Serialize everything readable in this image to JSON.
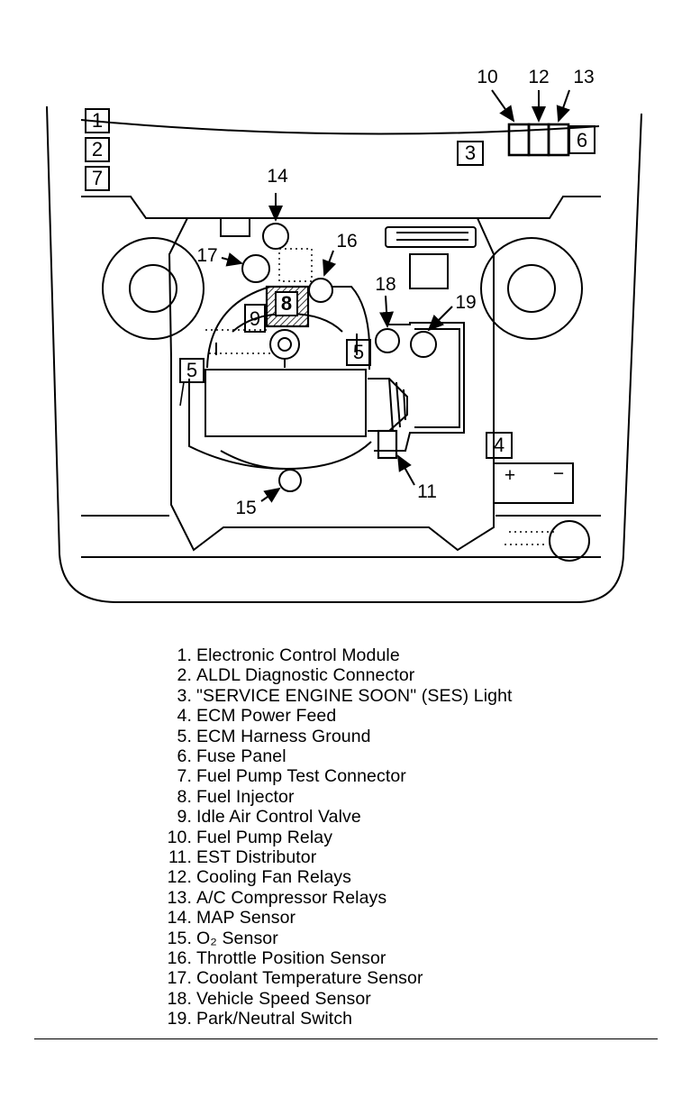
{
  "callouts": {
    "c1": "1",
    "c2": "2",
    "c3": "3",
    "c4": "4",
    "c5a": "5",
    "c5b": "5",
    "c6": "6",
    "c7": "7",
    "c8": "8",
    "c9": "9",
    "c10": "10",
    "c11": "11",
    "c12": "12",
    "c13": "13",
    "c14": "14",
    "c15": "15",
    "c16": "16",
    "c17": "17",
    "c18": "18",
    "c19": "19"
  },
  "battery": {
    "plus": "+",
    "minus": "−"
  },
  "legend": [
    {
      "num": "1.",
      "label": "Electronic Control Module"
    },
    {
      "num": "2.",
      "label": "ALDL Diagnostic Connector"
    },
    {
      "num": "3.",
      "label": "\"SERVICE ENGINE SOON\" (SES) Light"
    },
    {
      "num": "4.",
      "label": "ECM Power Feed"
    },
    {
      "num": "5.",
      "label": "ECM Harness Ground"
    },
    {
      "num": "6.",
      "label": "Fuse Panel"
    },
    {
      "num": "7.",
      "label": "Fuel Pump Test Connector"
    },
    {
      "num": "8.",
      "label": "Fuel Injector"
    },
    {
      "num": "9.",
      "label": "Idle Air Control Valve"
    },
    {
      "num": "10.",
      "label": "Fuel Pump Relay"
    },
    {
      "num": "11.",
      "label": "EST Distributor"
    },
    {
      "num": "12.",
      "label": "Cooling Fan Relays"
    },
    {
      "num": "13.",
      "label": "A/C Compressor Relays"
    },
    {
      "num": "14.",
      "label": "MAP Sensor"
    },
    {
      "num": "15.",
      "label": "O₂ Sensor"
    },
    {
      "num": "16.",
      "label": "Throttle Position Sensor"
    },
    {
      "num": "17.",
      "label": "Coolant Temperature Sensor"
    },
    {
      "num": "18.",
      "label": "Vehicle Speed Sensor"
    },
    {
      "num": "19.",
      "label": "Park/Neutral Switch"
    }
  ]
}
